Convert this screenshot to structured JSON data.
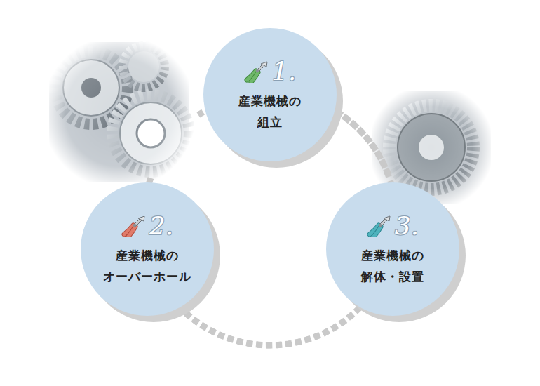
{
  "diagram": {
    "nodes": [
      {
        "text": [
          "1.",
          "産業機械の 組立"
        ]
      },
      {
        "text": [
          "2.",
          "産業機械の オーバーホール"
        ]
      },
      {
        "text": [
          "3.",
          "産業機械の 解体・設置"
        ]
      }
    ],
    "edges": [
      {
        "from": 0,
        "to": 1,
        "arrow": "none"
      },
      {
        "from": 1,
        "to": 2,
        "arrow": "none"
      },
      {
        "from": 2,
        "to": 0,
        "arrow": "none"
      }
    ]
  }
}
